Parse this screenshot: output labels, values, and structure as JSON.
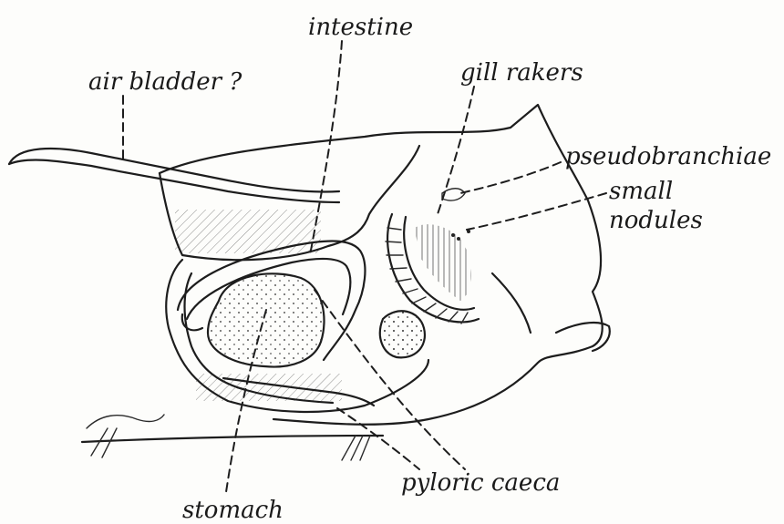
{
  "labels": {
    "intestine": "intestine",
    "air_bladder": "air bladder ?",
    "gill_rakers": "gill rakers",
    "pseudobranchiae": "pseudobranchiae",
    "small_nodules_1": "small",
    "small_nodules_2": "nodules",
    "stomach": "stomach",
    "pyloric_caeca": "pyloric caeca"
  },
  "colors": {
    "ink": "#1d1d1d",
    "paper": "#fdfdfb"
  }
}
